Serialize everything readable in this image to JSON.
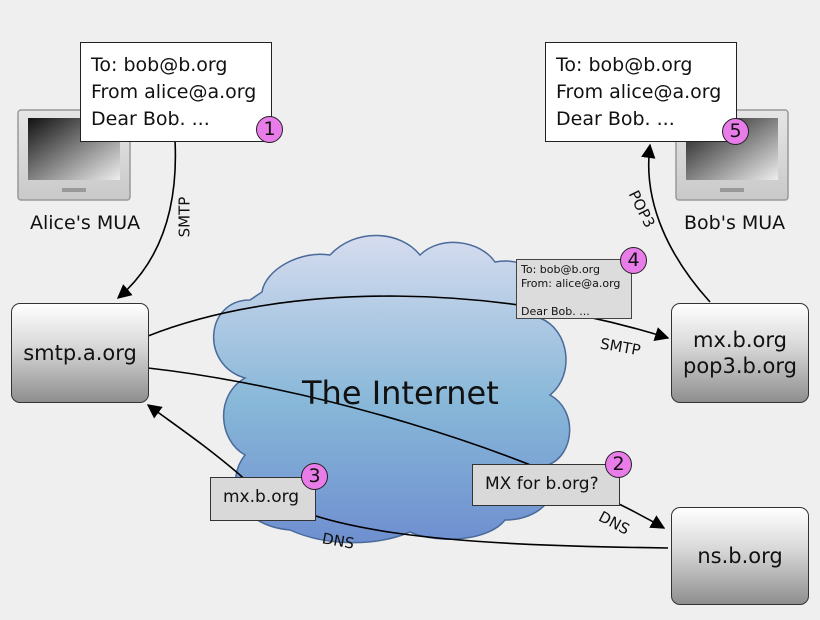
{
  "cloud": {
    "label": "The Internet"
  },
  "message_1": {
    "to": "To: bob@b.org",
    "from": "From alice@a.org",
    "body": "Dear Bob. ...",
    "step": "1"
  },
  "message_5": {
    "to": "To: bob@b.org",
    "from": "From alice@a.org",
    "body": "Dear Bob. ...",
    "step": "5"
  },
  "message_4": {
    "to": "To: bob@b.org",
    "from": "From: alice@a.org",
    "body": "Dear Bob. ...",
    "step": "4"
  },
  "alice_mua": {
    "label": "Alice's MUA"
  },
  "bob_mua": {
    "label": "Bob's MUA"
  },
  "smtp_server": {
    "label": "smtp.a.org"
  },
  "mx_server": {
    "line1": "mx.b.org",
    "line2": "pop3.b.org"
  },
  "ns_server": {
    "label": "ns.b.org"
  },
  "query_mx": {
    "label": "MX for b.org?",
    "step": "2"
  },
  "answer_mx": {
    "label": "mx.b.org",
    "step": "3"
  },
  "protocols": {
    "smtp_vertical": "SMTP",
    "pop3": "POP3",
    "smtp_internet": "SMTP",
    "dns_right": "DNS",
    "dns_bottom": "DNS"
  },
  "colors": {
    "badge": "#e87ce8",
    "cloud_top": "#d6dcef",
    "cloud_bottom": "#6f8fd0"
  }
}
